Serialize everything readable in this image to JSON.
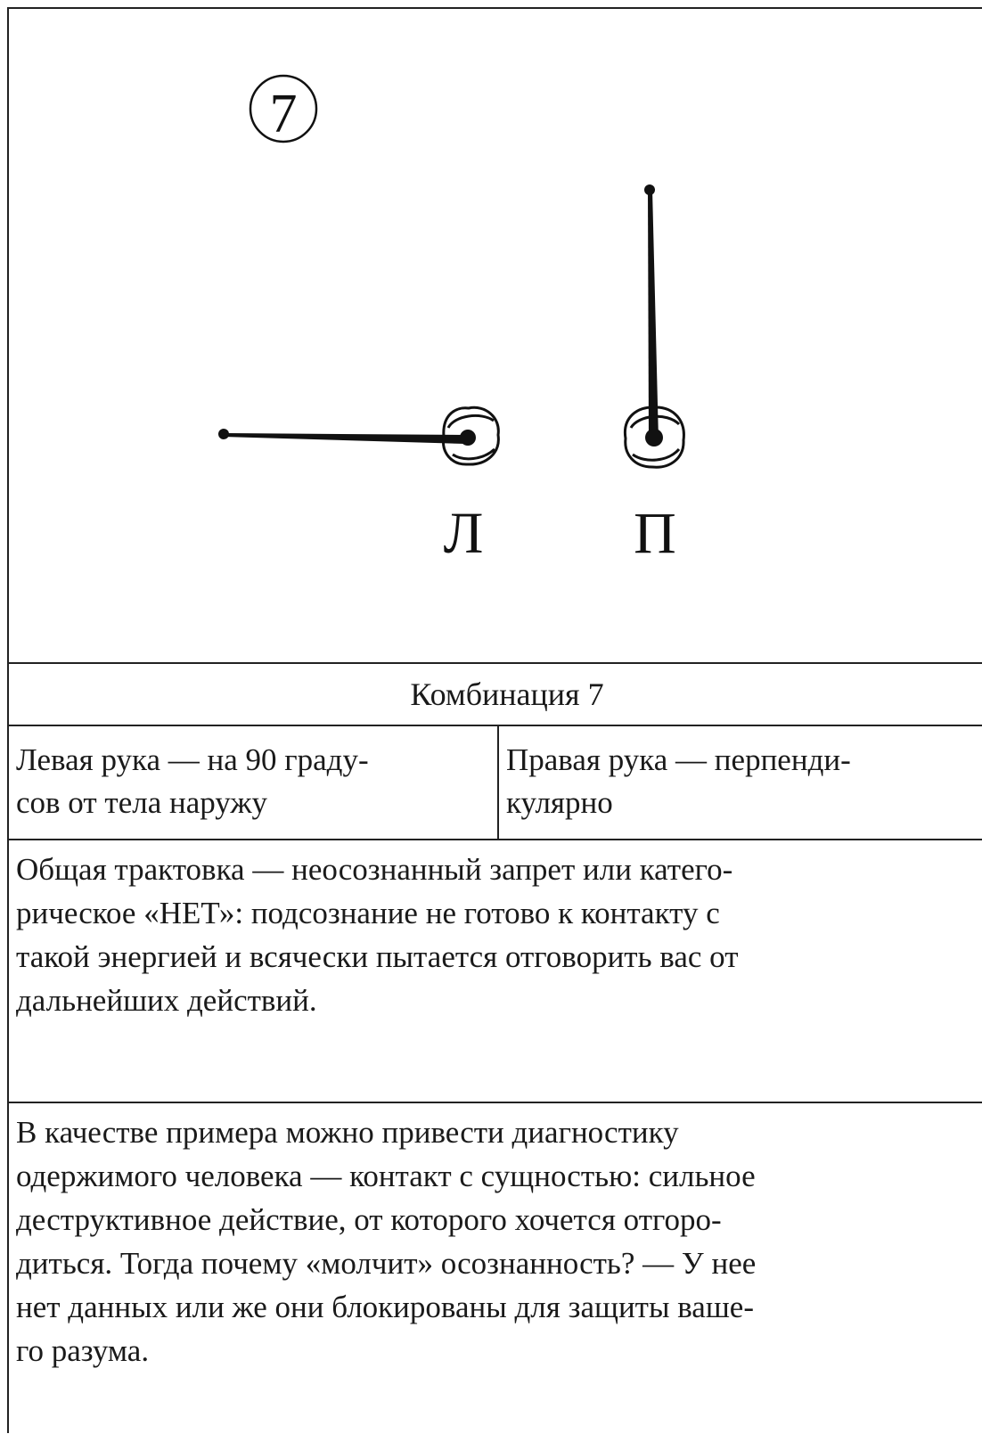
{
  "figure": {
    "number": "7",
    "left_label": "Л",
    "right_label": "П"
  },
  "caption": "Комбинация 7",
  "left_hand_text": "Левая рука — на 90 граду-\nсов от тела наружу",
  "right_hand_text": "Правая рука — перпенди-\nкулярно",
  "general_interpretation": "Общая трактовка — неосознанный запрет или катего-\nрическое «НЕТ»: подсознание не готово к контакту с\nтакой энергией и всячески пытается отговорить вас от\nдальнейших действий.",
  "example_text": "В качестве примера можно привести диагностику\nодержимого человека — контакт с сущностью: сильное\nдеструктивное действие, от которого хочется отгоро-\nдиться. Тогда почему «молчит» осознанность? — У нее\nнет данных или же они блокированы для защиты ваше-\nго разума."
}
